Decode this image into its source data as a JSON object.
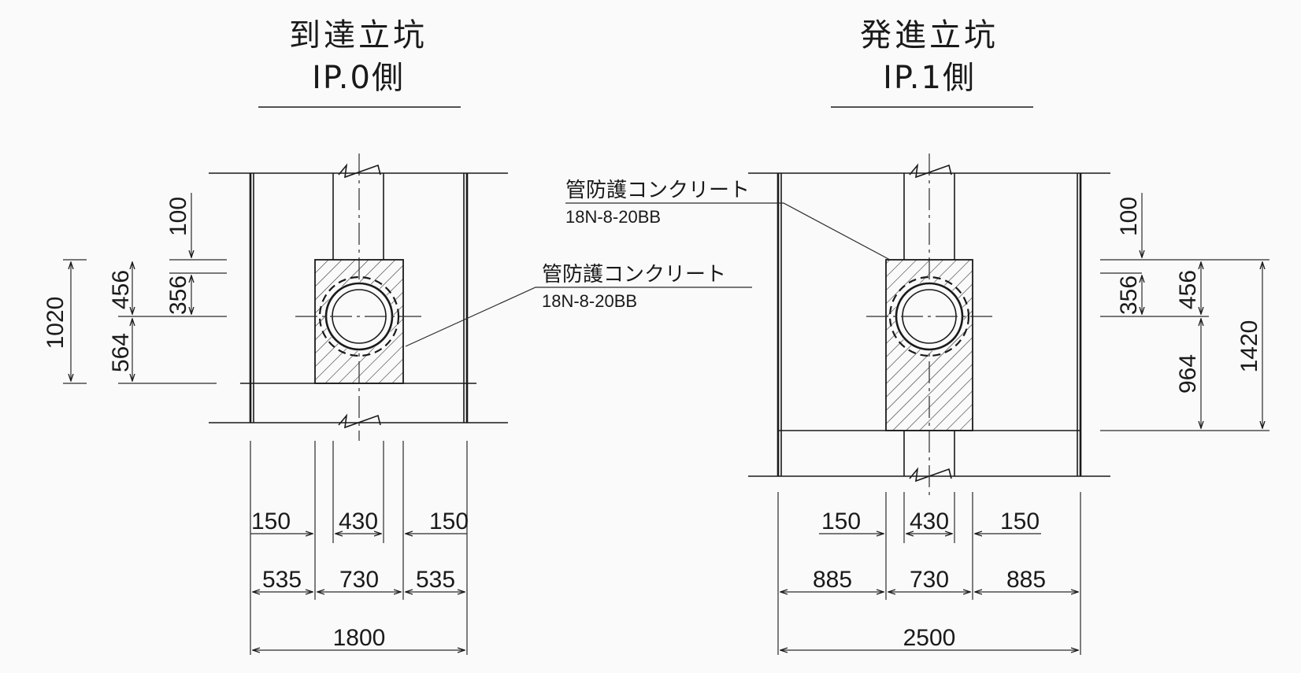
{
  "left": {
    "title": "到達立坑",
    "subtitle": "IP.0側",
    "label_main": "管防護コンクリート",
    "label_sub": "18N-8-20BB",
    "dims": {
      "v100": "100",
      "v456": "456",
      "v356": "356",
      "v564": "564",
      "v1020": "1020",
      "h150a": "150",
      "h430": "430",
      "h150b": "150",
      "h535a": "535",
      "h730": "730",
      "h535b": "535",
      "h1800": "1800"
    }
  },
  "right": {
    "title": "発進立坑",
    "subtitle": "IP.1側",
    "label_main": "管防護コンクリート",
    "label_sub": "18N-8-20BB",
    "dims": {
      "v100": "100",
      "v356": "356",
      "v456": "456",
      "v964": "964",
      "v1420": "1420",
      "h150a": "150",
      "h430": "430",
      "h150b": "150",
      "h885a": "885",
      "h730": "730",
      "h885b": "885",
      "h2500": "2500"
    }
  }
}
